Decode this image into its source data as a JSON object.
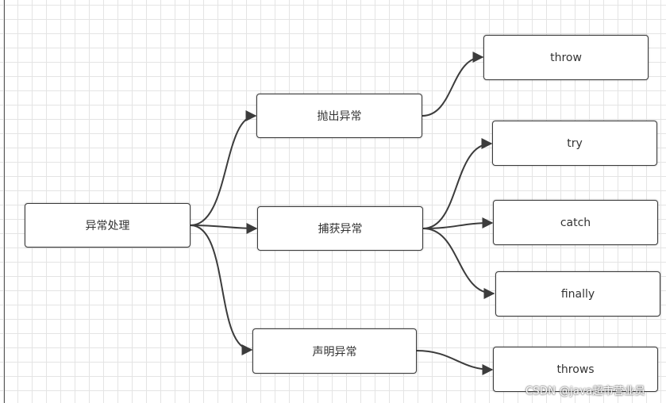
{
  "diagram": {
    "root": {
      "label": "异常处理"
    },
    "branches": [
      {
        "label": "抛出异常",
        "children": [
          {
            "label": "throw"
          }
        ]
      },
      {
        "label": "捕获异常",
        "children": [
          {
            "label": "try"
          },
          {
            "label": "catch"
          },
          {
            "label": "finally"
          }
        ]
      },
      {
        "label": "声明异常",
        "children": [
          {
            "label": "throws"
          }
        ]
      }
    ]
  },
  "watermark": {
    "text": "CSDN @java超市营业员"
  },
  "colors": {
    "grid": "#e4e4e4",
    "border": "#3a3a3a",
    "edge": "#3c3c3c",
    "text": "#333333"
  }
}
